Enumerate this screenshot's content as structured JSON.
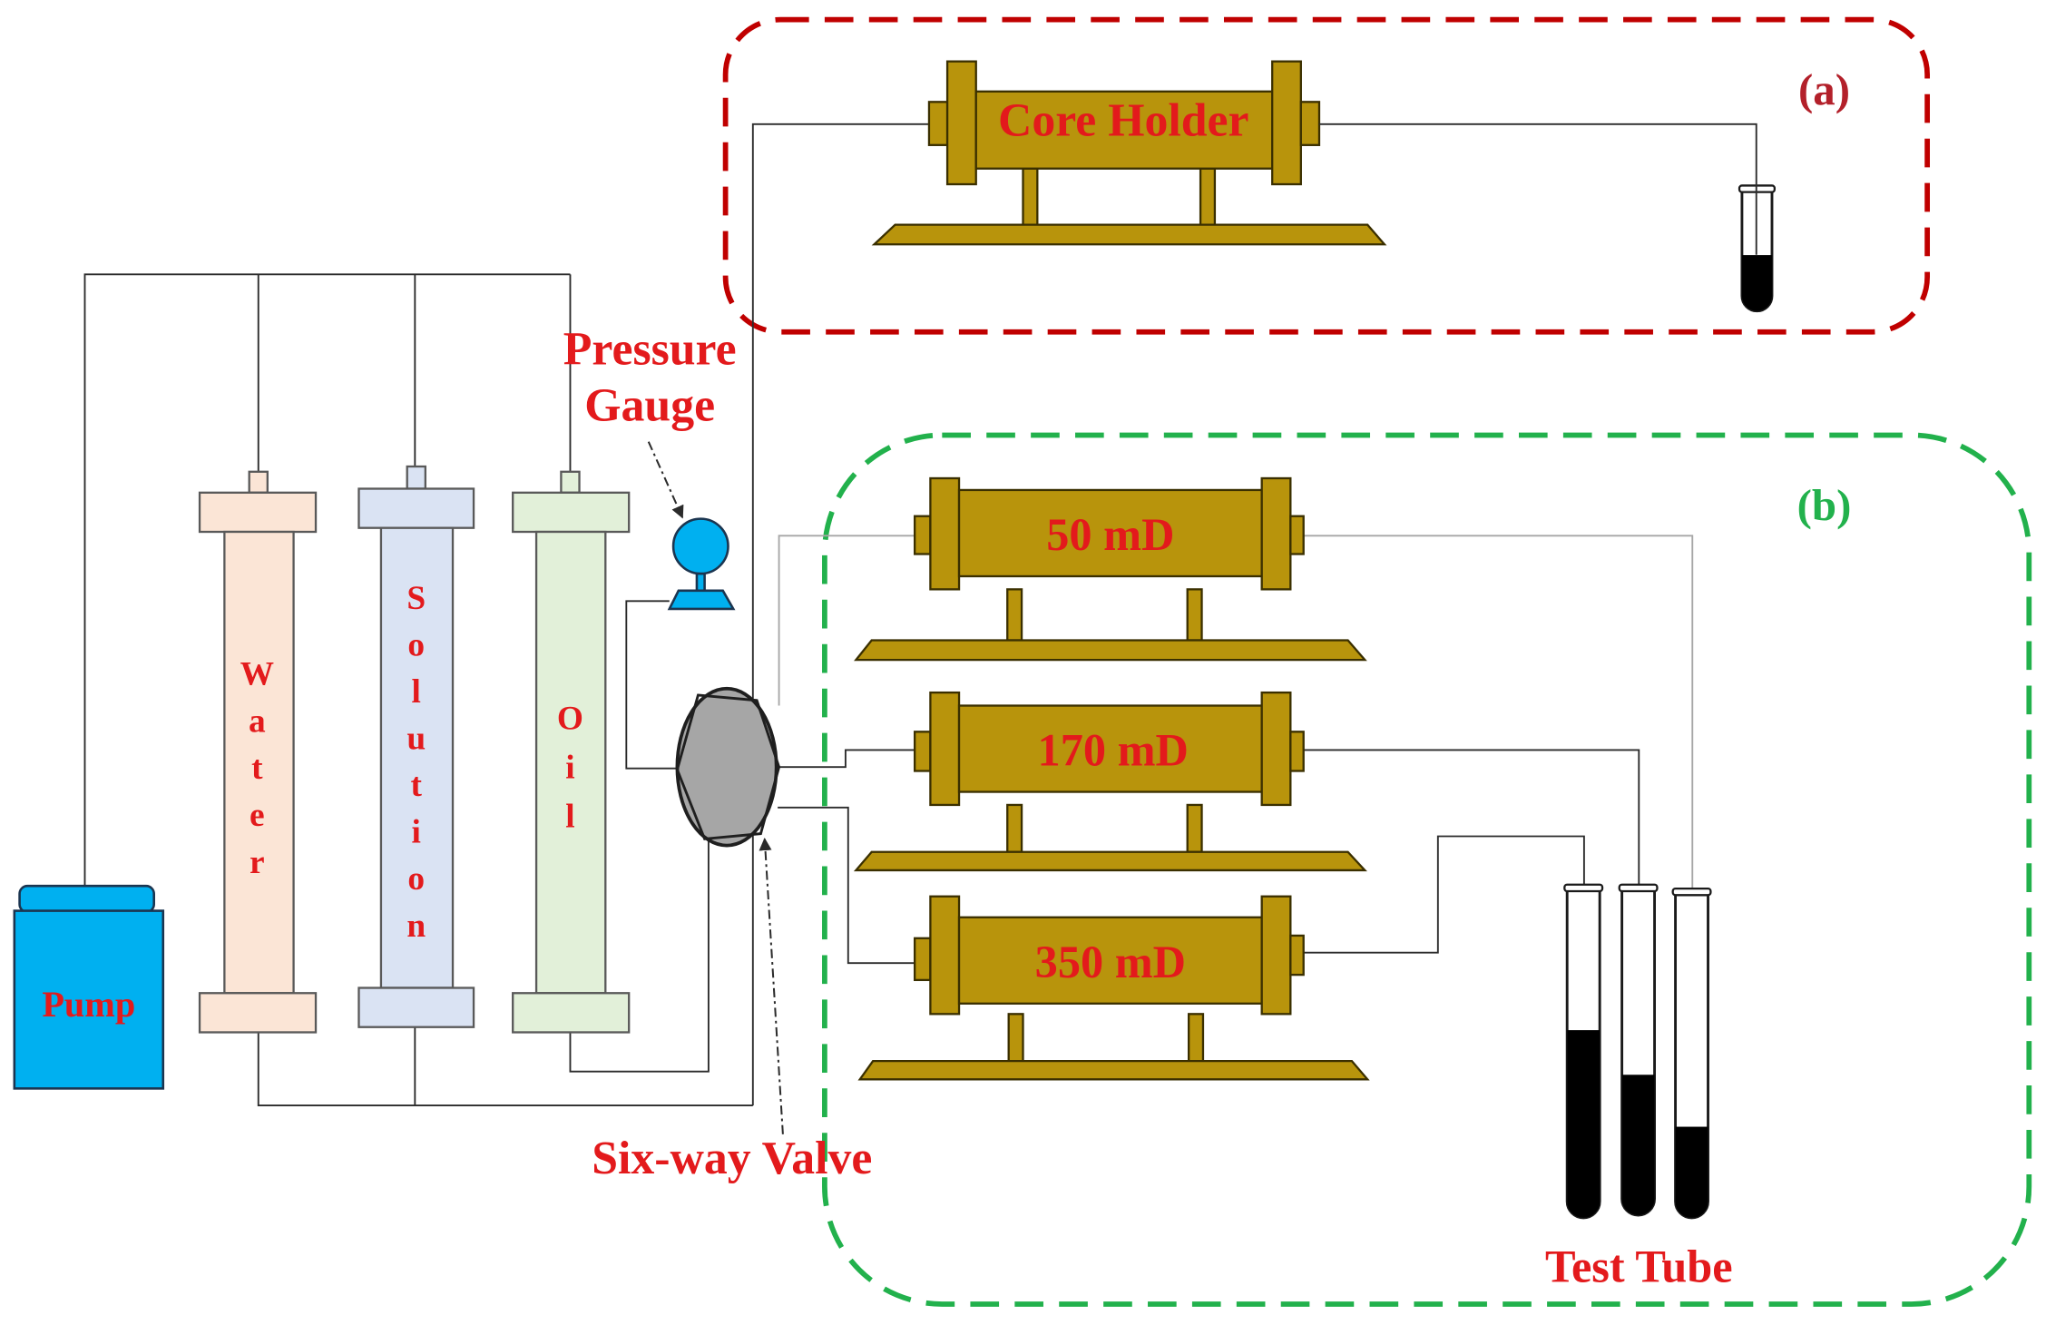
{
  "panels": {
    "a": {
      "label": "(a)",
      "core_holder": {
        "label": "Core Holder"
      },
      "test_tube": {
        "fill_level": 0.46
      }
    },
    "b": {
      "label": "(b)",
      "core_holders": [
        {
          "label": "50 mD"
        },
        {
          "label": "170 mD"
        },
        {
          "label": "350 mD"
        }
      ],
      "test_tubes": [
        {
          "fill_level": 0.57
        },
        {
          "fill_level": 0.43
        },
        {
          "fill_level": 0.28
        }
      ],
      "test_tube_label": "Test Tube"
    }
  },
  "pump": {
    "label": "Pump"
  },
  "columns": [
    {
      "label": "Water"
    },
    {
      "label": "Solution"
    },
    {
      "label": "Oil"
    }
  ],
  "pressure_gauge": {
    "label_lines": [
      "Pressure",
      "Gauge"
    ]
  },
  "six_way_valve": {
    "label": "Six-way Valve"
  },
  "colors": {
    "label_red": "#e31a1c",
    "panel_a_label": "#b3202a",
    "panel_a_border": "#c00000",
    "panel_b_label": "#22b14c",
    "panel_b_border": "#22b14c",
    "core_holder_gold": "#b8940c",
    "water_fill": "#fbe5d6",
    "solution_fill": "#dae3f3",
    "oil_fill": "#e2f0d9",
    "pump_fill": "#00b0f0",
    "gauge_fill": "#00b0f0",
    "valve_fill": "#a6a6a6",
    "tube_liquid": "#000000"
  }
}
